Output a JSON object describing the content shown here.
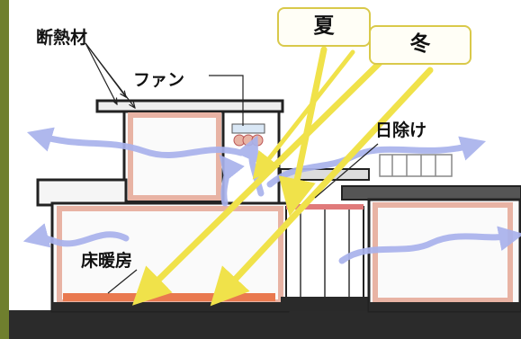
{
  "labels": {
    "insulation": "断熱材",
    "fan": "ファン",
    "floor_heating": "床暖房",
    "sunshade": "日除け",
    "summer": "夏",
    "winter": "冬"
  },
  "colors": {
    "page_border": "#6f7f2e",
    "insulation": "#e8b3a4",
    "floor_heating": "#e9794f",
    "structure": "#2a2a2a",
    "ground": "#2b2b2b",
    "airflow": "#a9b2ec",
    "sun_ray": "#f0e24a",
    "label_box_fill": "#fffef6",
    "label_box_border": "#d9c94a",
    "fan": "#e8b3a4",
    "sunshade": "#e07a7a"
  },
  "icons": [
    "airflow-arrow-icon",
    "sun-ray-arrow-icon",
    "fan-icon"
  ]
}
